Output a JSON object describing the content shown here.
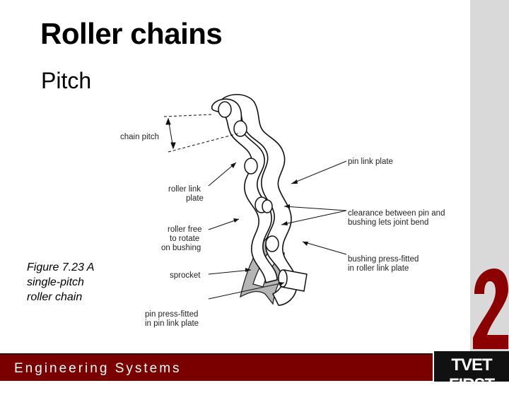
{
  "slide": {
    "title": "Roller chains",
    "subtitle": "Pitch",
    "caption": "Figure 7.23 A single-pitch roller chain"
  },
  "diagram": {
    "labels": {
      "chain_pitch": "chain pitch",
      "roller_link_plate_1": "roller link",
      "roller_link_plate_2": "plate",
      "roller_free_1": "roller free",
      "roller_free_2": "to rotate",
      "roller_free_3": "on bushing",
      "sprocket": "sprocket",
      "pin_press_1": "pin press-fitted",
      "pin_press_2": "in pin link plate",
      "pin_link_plate": "pin link plate",
      "clearance_1": "clearance between pin and",
      "clearance_2": "bushing lets joint bend",
      "bushing_1": "bushing press-fitted",
      "bushing_2": "in roller link plate"
    }
  },
  "footer": {
    "course": "Engineering Systems",
    "logo": "TVET FIRST",
    "number_mark": "2"
  },
  "colors": {
    "footer_bar": "#7a0000",
    "side_strip": "#d9d9d9",
    "logo_bg": "#111111",
    "number_mark": "#8b0000"
  }
}
